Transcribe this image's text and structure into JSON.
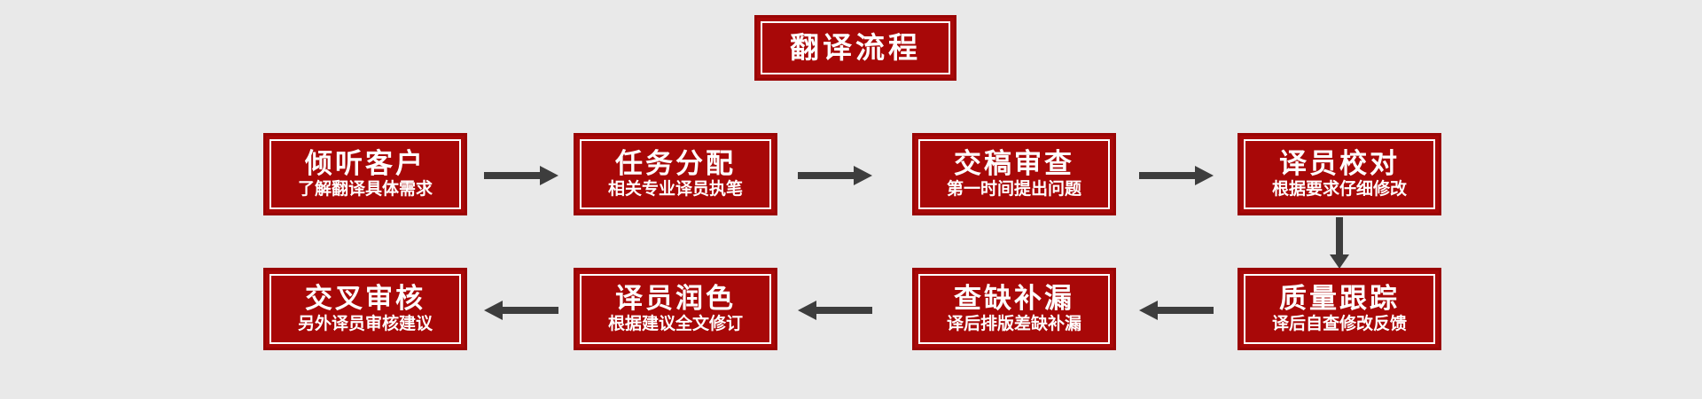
{
  "meta": {
    "background_color": "#e9e9e9",
    "box_fill_color": "#a80808",
    "box_border_color": "#9a0404",
    "box_inner_line_color": "#ffffff",
    "text_color": "#ffffff",
    "arrow_color": "#3d3d3d"
  },
  "title": {
    "label": "翻译流程"
  },
  "row1": [
    {
      "title": "倾听客户",
      "subtitle": "了解翻译具体需求"
    },
    {
      "title": "任务分配",
      "subtitle": "相关专业译员执笔"
    },
    {
      "title": "交稿审查",
      "subtitle": "第一时间提出问题"
    },
    {
      "title": "译员校对",
      "subtitle": "根据要求仔细修改"
    }
  ],
  "row2": [
    {
      "title": "交叉审核",
      "subtitle": "另外译员审核建议"
    },
    {
      "title": "译员润色",
      "subtitle": "根据建议全文修订"
    },
    {
      "title": "查缺补漏",
      "subtitle": "译后排版差缺补漏"
    },
    {
      "title": "质量跟踪",
      "subtitle": "译后自查修改反馈"
    }
  ],
  "arrows": [
    {
      "name": "arrow-right-1",
      "direction": "right"
    },
    {
      "name": "arrow-right-2",
      "direction": "right"
    },
    {
      "name": "arrow-right-3",
      "direction": "right"
    },
    {
      "name": "arrow-down-1",
      "direction": "down"
    },
    {
      "name": "arrow-left-1",
      "direction": "left"
    },
    {
      "name": "arrow-left-2",
      "direction": "left"
    },
    {
      "name": "arrow-left-3",
      "direction": "left"
    }
  ]
}
